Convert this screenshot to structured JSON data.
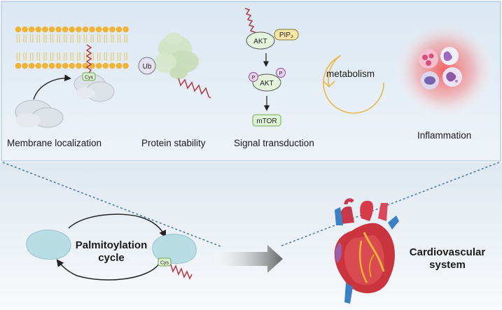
{
  "top_panel": {
    "membrane": {
      "label": "Membrane localization",
      "cys_tag": "Cys"
    },
    "stability": {
      "label": "Protein stability",
      "ub_tag": "Ub"
    },
    "signal": {
      "label": "Signal transduction",
      "akt_top": "AKT",
      "pip3": "PIP₃",
      "akt_bottom": "AKT",
      "phospho_left": "P",
      "phospho_right": "P",
      "mtor": "mTOR"
    },
    "metabolism": {
      "label": "metabolism"
    },
    "inflammation": {
      "label": "Inflammation"
    }
  },
  "bottom_panel": {
    "cycle_line1": "Palmitoylation",
    "cycle_line2": "cycle",
    "cys_tag": "Cys",
    "target_line1": "Cardiovascular",
    "target_line2": "system"
  },
  "colors": {
    "panel_top": "#e3edf5",
    "panel_bottom": "#eaf0f5",
    "panel_border": "#b9cde0",
    "lipid_head": "#f2b233",
    "lipid_tail": "#e8c86a",
    "zigzag": "#b23a45",
    "protein_gray": "#dde1e8",
    "protein_green": "#cfe3c0",
    "akt_fill": "#e6f3dc",
    "tag_green": "#dff3d6",
    "tag_green_border": "#6aa84f",
    "pip3_fill": "#f7e7a6",
    "phospho_fill": "#e9d2ee",
    "ub_fill": "#e4e2ef",
    "metabolism_arrow": "#e8b94a",
    "inflammation_glow": "#f04c4c",
    "cycle_blob": "#b9dde4",
    "big_arrow": "#707070"
  }
}
